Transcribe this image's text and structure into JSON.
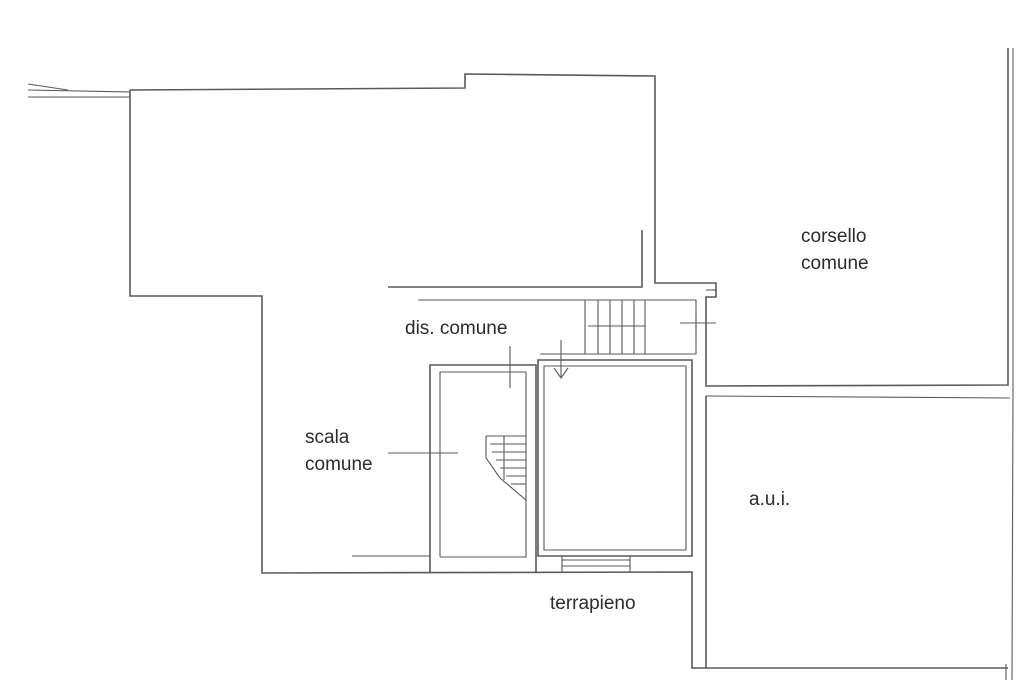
{
  "plan": {
    "labels": {
      "corsello_line1": "corsello",
      "corsello_line2": "comune",
      "dis_comune": "dis. comune",
      "scala_line1": "scala",
      "scala_line2": "comune",
      "aui": "a.u.i.",
      "terrapieno": "terrapieno"
    },
    "line_color": "#5a5a5a",
    "text_color": "#2b2b2b"
  }
}
